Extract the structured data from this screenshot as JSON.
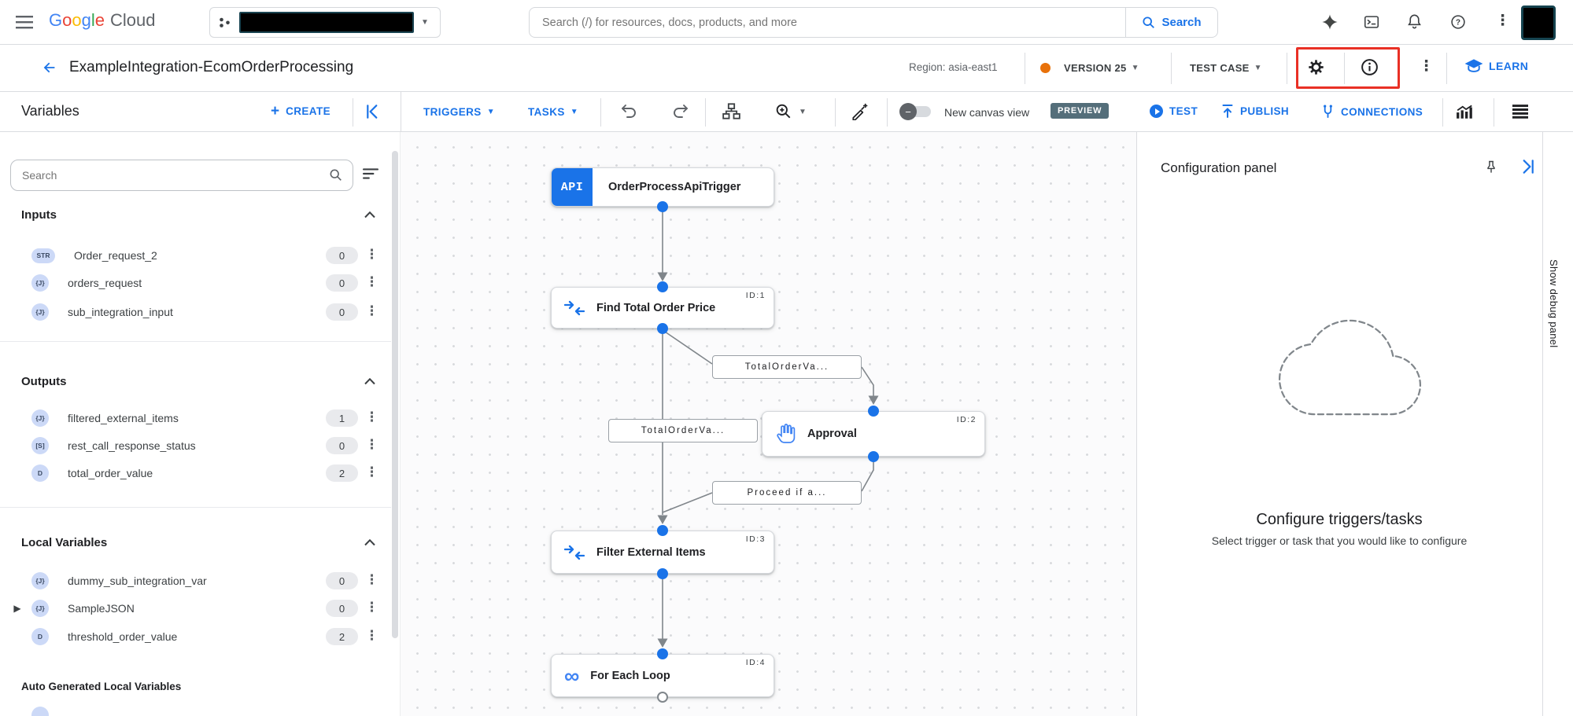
{
  "topbar": {
    "logo_letters": [
      "G",
      "o",
      "o",
      "g",
      "l",
      "e"
    ],
    "logo_cloud": "Cloud",
    "search_placeholder": "Search (/) for resources, docs, products, and more",
    "search_button": "Search"
  },
  "header": {
    "title": "ExampleIntegration-EcomOrderProcessing",
    "region": "Region: asia-east1",
    "version_label": "VERSION 25",
    "test_case_label": "TEST CASE",
    "learn_label": "LEARN"
  },
  "toolbar": {
    "panel_title": "Variables",
    "create_label": "CREATE",
    "triggers_label": "TRIGGERS",
    "tasks_label": "TASKS",
    "canvas_toggle_label": "New canvas view",
    "preview_badge": "PREVIEW",
    "test_label": "TEST",
    "publish_label": "PUBLISH",
    "connections_label": "CONNECTIONS"
  },
  "sidebar": {
    "search_placeholder": "Search",
    "sections": [
      {
        "title": "Inputs",
        "items": [
          {
            "badge": "STR",
            "name": "Order_request_2",
            "count": "0"
          },
          {
            "badge": "{J}",
            "name": "orders_request",
            "count": "0"
          },
          {
            "badge": "{J}",
            "name": "sub_integration_input",
            "count": "0"
          }
        ]
      },
      {
        "title": "Outputs",
        "items": [
          {
            "badge": "{J}",
            "name": "filtered_external_items",
            "count": "1"
          },
          {
            "badge": "[S]",
            "name": "rest_call_response_status",
            "count": "0"
          },
          {
            "badge": "D",
            "name": "total_order_value",
            "count": "2"
          }
        ]
      },
      {
        "title": "Local Variables",
        "items": [
          {
            "badge": "{J}",
            "name": "dummy_sub_integration_var",
            "count": "0"
          },
          {
            "badge": "{J}",
            "name": "SampleJSON",
            "count": "0"
          },
          {
            "badge": "D",
            "name": "threshold_order_value",
            "count": "2"
          }
        ]
      }
    ],
    "auto_section_title": "Auto Generated Local Variables"
  },
  "canvas": {
    "trigger": {
      "badge": "API",
      "title": "OrderProcessApiTrigger"
    },
    "tasks": [
      {
        "id": "ID:1",
        "title": "Find Total Order Price"
      },
      {
        "id": "ID:2",
        "title": "Approval"
      },
      {
        "id": "ID:3",
        "title": "Filter External Items"
      },
      {
        "id": "ID:4",
        "title": "For Each Loop"
      }
    ],
    "edge_labels": [
      "TotalOrderVa...",
      "TotalOrderVa...",
      "Proceed if a..."
    ]
  },
  "config_panel": {
    "title": "Configuration panel",
    "empty_heading": "Configure triggers/tasks",
    "empty_subtext": "Select trigger or task that you would like to configure"
  },
  "debug_panel": {
    "label": "Show debug panel"
  },
  "colors": {
    "primary_blue": "#1a73e8",
    "version_dot_orange": "#e8710a",
    "preview_badge_bg": "#546e7a",
    "annotation_red": "#e93025",
    "node_edge_gray": "#80868b"
  }
}
